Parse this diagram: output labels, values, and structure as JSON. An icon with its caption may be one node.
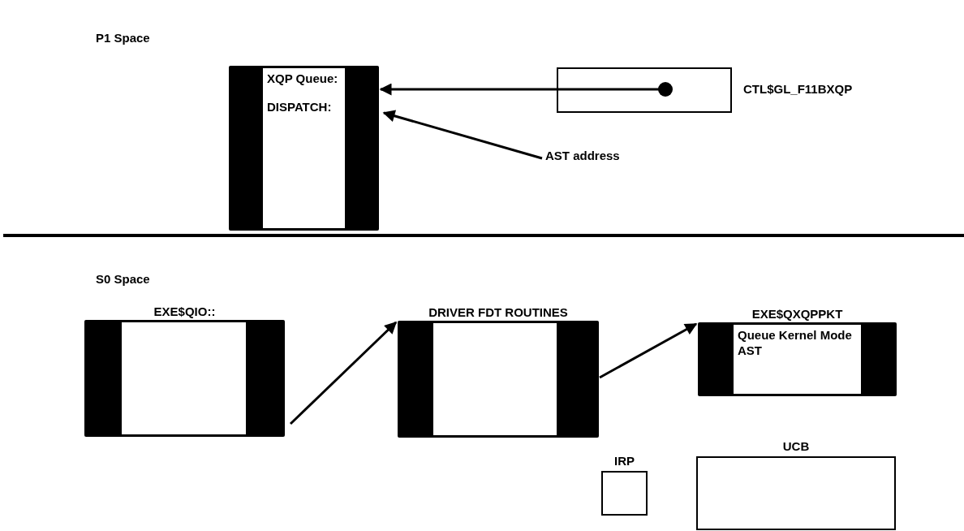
{
  "diagram": {
    "nodes": [
      {
        "text": [
          "XQP Queue:",
          "DISPATCH:"
        ]
      },
      {
        "text": [],
        "shape": "box",
        "beside": [
          "CTL$GL_F11BXQP"
        ]
      },
      {
        "text": [
          "AST address"
        ]
      },
      {
        "text": [
          "EXE$QIO::"
        ]
      },
      {
        "text": [
          "DRIVER FDT ROUTINES"
        ]
      },
      {
        "text": [
          "EXE$QXQPPKT",
          "Queue Kernel Mode AST"
        ]
      },
      {
        "text": [
          "IRP"
        ]
      },
      {
        "text": [
          "UCB"
        ]
      }
    ],
    "edges": [
      {
        "from": 1,
        "to": 0,
        "arrow": "to"
      },
      {
        "from": 2,
        "to": 0,
        "arrow": "to"
      },
      {
        "from": 3,
        "to": 4,
        "arrow": "to"
      },
      {
        "from": 4,
        "to": 5,
        "arrow": "to"
      }
    ],
    "labels": [
      "P1 Space",
      "S0 Space"
    ]
  }
}
